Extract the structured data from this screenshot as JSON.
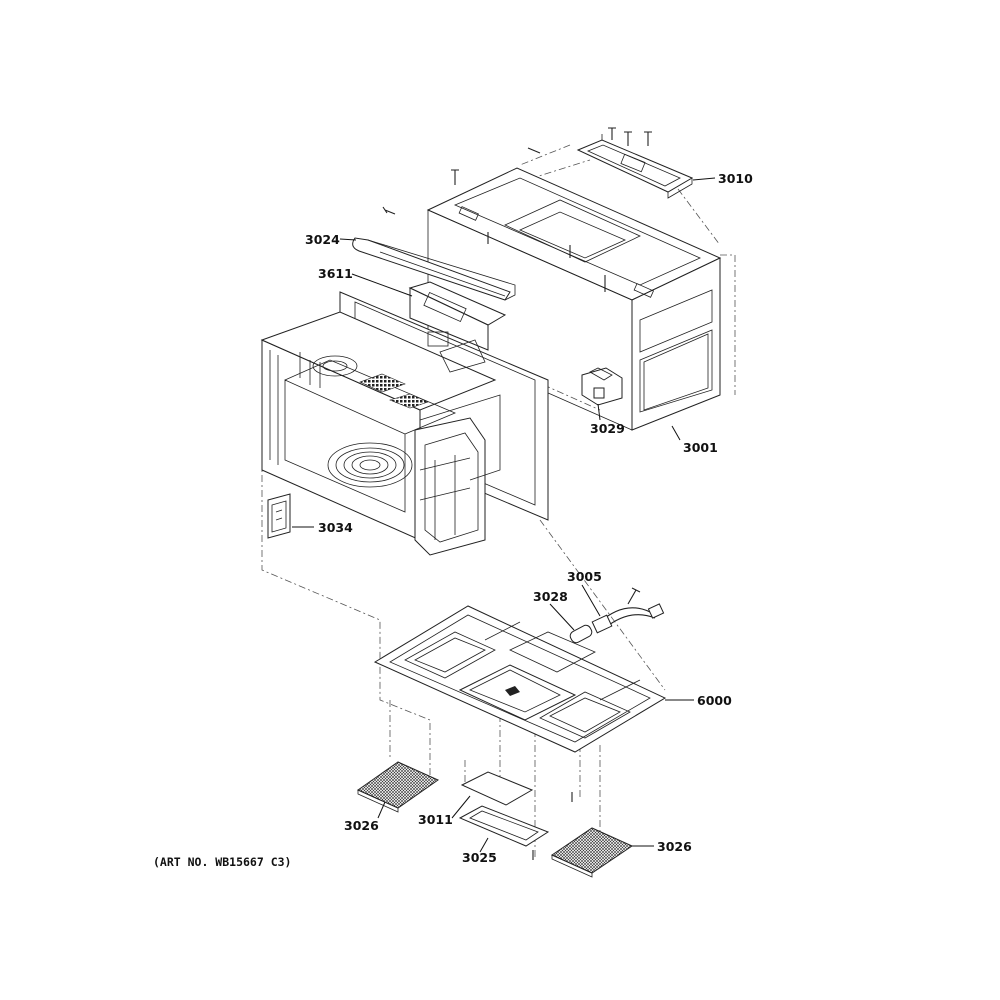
{
  "diagram": {
    "art_number": "(ART NO. WB15667 C3)",
    "callouts": {
      "p3010": "3010",
      "p3024": "3024",
      "p3611": "3611",
      "p3029": "3029",
      "p3001": "3001",
      "p3034": "3034",
      "p3005": "3005",
      "p3028": "3028",
      "p6000": "6000",
      "p3026a": "3026",
      "p3011": "3011",
      "p3025": "3025",
      "p3026b": "3026"
    }
  }
}
